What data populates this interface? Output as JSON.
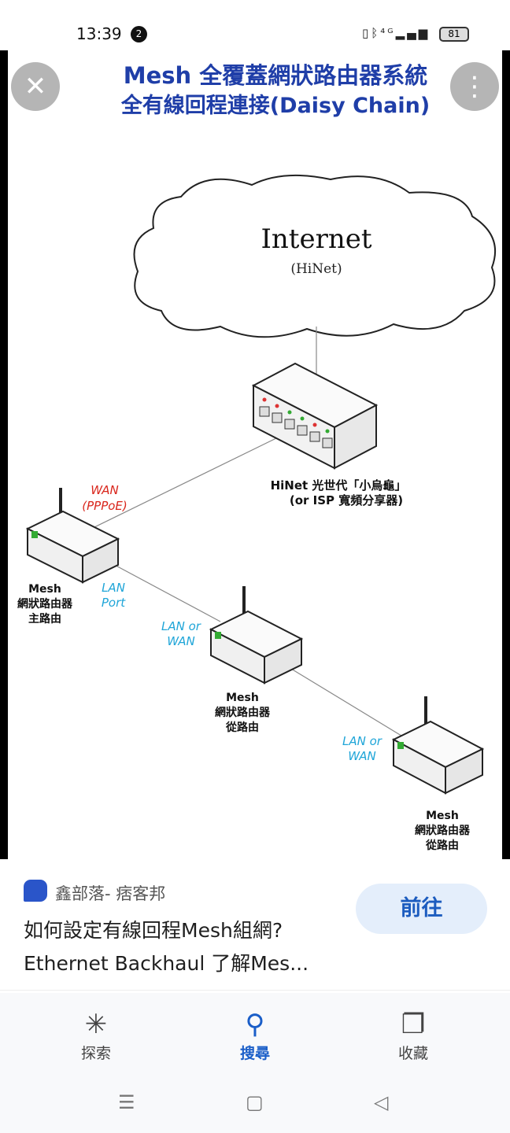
{
  "status_bar": {
    "time": "13:39",
    "notification_count": "2",
    "icons": [
      "vibrate-icon",
      "bluetooth-icon",
      "4g-signal-icon"
    ],
    "battery": "81"
  },
  "viewer": {
    "close_icon": "close-icon",
    "more_icon": "more-vert-icon"
  },
  "diagram": {
    "title_line1": "Mesh 全覆蓋網狀路由器系統",
    "title_line2": "全有線回程連接(Daisy Chain)",
    "cloud_title": "Internet",
    "cloud_subtitle": "(HiNet)",
    "modem_label1": "HiNet 光世代「小烏龜」",
    "modem_label2": "(or ISP 寬頻分享器)",
    "wan_label1": "WAN",
    "wan_label2": "(PPPoE)",
    "lan_port1": "LAN",
    "lan_port2": "Port",
    "main_label": [
      "Mesh",
      "網狀路由器",
      "主路由"
    ],
    "lan_or_wan1": [
      "LAN or",
      "WAN"
    ],
    "node2_label": [
      "Mesh",
      "網狀路由器",
      "從路由"
    ],
    "lan_or_wan2": [
      "LAN or",
      "WAN"
    ],
    "node3_label": [
      "Mesh",
      "網狀路由器",
      "從路由"
    ],
    "colors": {
      "title": "#1f3ea8",
      "wan": "#d9261c",
      "lan": "#1fa5d8"
    }
  },
  "source": {
    "site": "鑫部落- 痞客邦",
    "title": "如何設定有線回程Mesh組網? Ethernet Backhaul 了解Mes...",
    "go_button": "前往"
  },
  "bottom_nav": {
    "items": [
      {
        "label": "探索",
        "icon": "asterisk-icon"
      },
      {
        "label": "搜尋",
        "icon": "search-icon",
        "active": true
      },
      {
        "label": "收藏",
        "icon": "bookmarks-icon"
      }
    ]
  }
}
